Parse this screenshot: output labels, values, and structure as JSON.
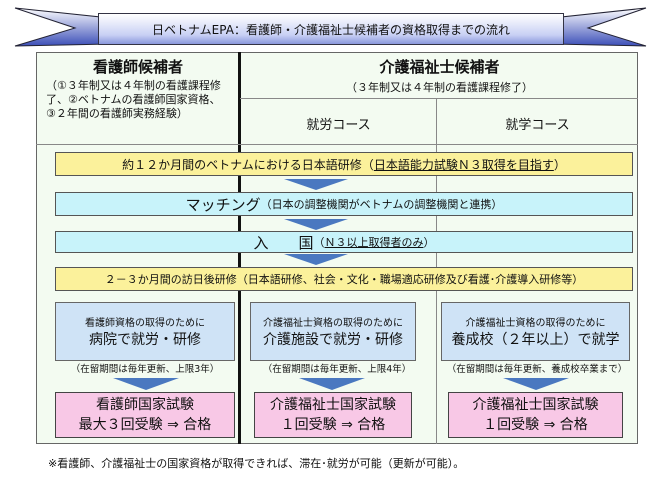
{
  "title": "日ベトナムEPA：看護師・介護福祉士候補者の資格取得までの流れ",
  "nurse": {
    "heading": "看護師候補者",
    "requirements": "（①３年制又は４年制の看護課程修了、②ベトナムの看護師国家資格、③２年間の看護師実務経験）"
  },
  "care": {
    "heading": "介護福祉士候補者",
    "requirements": "（３年制又は４年制の看護課程修了）",
    "course_work": "就労コース",
    "course_study": "就学コース"
  },
  "band1": {
    "main": "約１２か月間のベトナムにおける日本語研修",
    "paren_open": "（",
    "underlined": "日本語能力試験Ｎ３取得を目指す",
    "paren_close": "）"
  },
  "band2": {
    "main": "マッチング",
    "sub": "（日本の調整機関がベトナムの調整機関と連携）"
  },
  "band3": {
    "main": "入　　国",
    "paren_open": "（",
    "underlined": "Ｎ３以上取得者のみ",
    "paren_close": "）"
  },
  "band4": {
    "text": "２－３か月間の訪日後研修（日本語研修、社会・文化・職場適応研修及び看護･介護導入研修等）"
  },
  "columns": [
    {
      "small": "看護師資格の取得のために",
      "big": "病院で就労・研修",
      "note": "（在留期間は毎年更新、上限3年）",
      "exam": "看護師国家試験",
      "result": "最大３回受験 ⇒ 合格"
    },
    {
      "small": "介護福祉士資格の取得のために",
      "big": "介護施設で就労・研修",
      "note": "（在留期間は毎年更新、上限4年）",
      "exam": "介護福祉士国家試験",
      "result": "１回受験 ⇒ 合格"
    },
    {
      "small": "介護福祉士資格の取得のために",
      "big": "養成校（２年以上）で就学",
      "note": "（在留期間は毎年更新、養成校卒業まで）",
      "exam": "介護福祉士国家試験",
      "result": "１回受験 ⇒ 合格"
    }
  ],
  "footnote": "※看護師、介護福祉士の国家資格が取得できれば、滞在･就労が可能（更新が可能）。",
  "colors": {
    "yellow": "#fbf19b",
    "cyan": "#c8f3fa",
    "blue": "#cfe3f6",
    "pink": "#f8c8e6",
    "arrow": "#4a78c0"
  }
}
